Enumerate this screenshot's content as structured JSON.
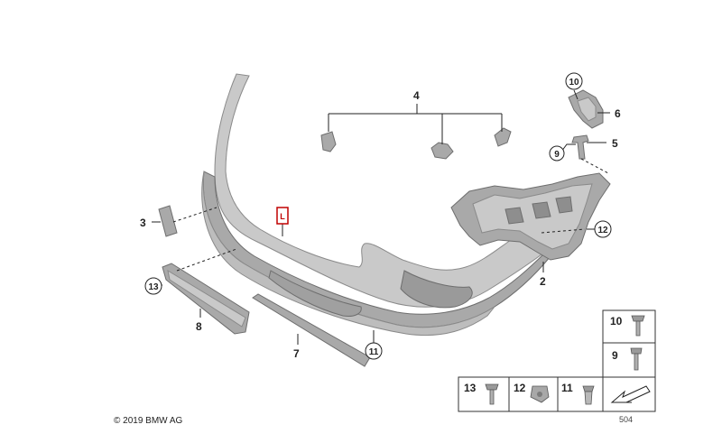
{
  "callouts": {
    "p2": "2",
    "p3": "3",
    "p4": "4",
    "p5": "5",
    "p6": "6",
    "p7": "7",
    "p8": "8",
    "p9": "9",
    "p10": "10",
    "p11": "11",
    "p12": "12",
    "p13": "13"
  },
  "side_marker": "L",
  "legend": {
    "items": [
      {
        "number": "10",
        "icon": "screw-icon"
      },
      {
        "number": "9",
        "icon": "bolt-icon"
      },
      {
        "number": "13",
        "icon": "screw-icon"
      },
      {
        "number": "12",
        "icon": "clip-nut-icon"
      },
      {
        "number": "11",
        "icon": "rivet-clip-icon"
      }
    ],
    "arrow_icon": "reference-arrow-icon"
  },
  "copyright": "© 2019 BMW AG",
  "diagram_code": "504"
}
